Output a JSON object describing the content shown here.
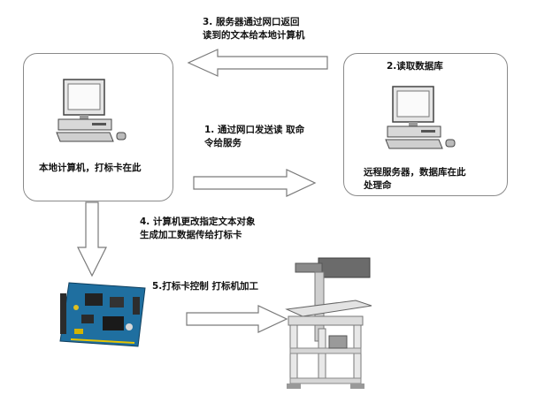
{
  "nodes": {
    "local_computer": {
      "caption": "本地计算机，打标卡在此",
      "icon": "desktop-computer-icon"
    },
    "remote_server": {
      "caption": "远程服务器，数据库在此",
      "caption_clipped_line": "处理命",
      "icon": "desktop-computer-icon"
    },
    "marking_card": {
      "icon": "circuit-board-icon"
    },
    "marking_machine": {
      "icon": "laser-marking-machine-icon"
    }
  },
  "steps": [
    {
      "lines": [
        "1. 通过网口发送读  取命",
        "令给服务"
      ]
    },
    {
      "lines": [
        "2.读取数据库"
      ]
    },
    {
      "lines": [
        "3. 服务器通过网口返回",
        "读到的文本给本地计算机"
      ]
    },
    {
      "lines": [
        "4. 计算机更改指定文本对象",
        "生成加工数据传给打标卡"
      ]
    },
    {
      "lines": [
        "5.打标卡控制 打标机加工"
      ]
    }
  ],
  "colors": {
    "arrow_stroke": "#7a7a7a",
    "box_border": "#8a8a8a",
    "board_green": "#1f6fa0"
  }
}
